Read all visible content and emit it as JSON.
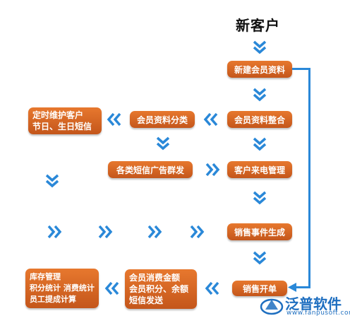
{
  "title": "新客户",
  "nodes": {
    "new_member_record": "新建会员资料",
    "member_integration": "会员资料整合",
    "member_classification": "会员资料分类",
    "scheduled_maintenance": [
      "定时维护客户",
      "节日、生日短信"
    ],
    "sms_broadcast": "各类短信广告群发",
    "incoming_call_mgmt": "客户来电管理",
    "sales_event": "销售事件生成",
    "sales_order": "销售开单",
    "member_consumption": [
      "会员消费金额",
      "会员积分、余额",
      "短信发送"
    ],
    "inventory_stats": [
      "库存管理",
      "积分统计 消费统计",
      "员工提成计算"
    ]
  },
  "colors": {
    "box": "#d4632a",
    "arrow": "#2a88d8"
  },
  "icons": [
    "chevron-down-icon",
    "chevron-right-icon",
    "chevron-left-icon",
    "arrow-left-icon"
  ],
  "logo": {
    "name": "泛普软件",
    "url": "www.fanpusoft.com"
  }
}
